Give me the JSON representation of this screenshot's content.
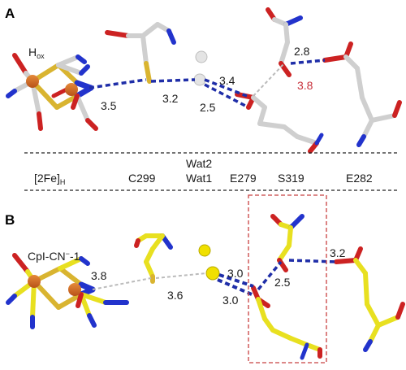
{
  "panels": [
    {
      "letter": "A",
      "complex_label": "H",
      "complex_label_sub": "ox",
      "distances": [
        "3.5",
        "3.2",
        "3.4",
        "2.5",
        "2.8",
        "3.8"
      ]
    },
    {
      "letter": "B",
      "complex_label_pre": "CpI-CN",
      "complex_label_sup": "−",
      "complex_label_post": "-1",
      "distances": [
        "3.8",
        "3.6",
        "3.0",
        "3.0",
        "2.5",
        "3.2"
      ]
    }
  ],
  "residue_row": {
    "fe_main": "[2Fe]",
    "fe_sub": "H",
    "c299": "C299",
    "wat2": "Wat2",
    "wat1": "Wat1",
    "e279": "E279",
    "s319": "S319",
    "e282": "E282"
  },
  "colors": {
    "carbon_A": "#d2d2d2",
    "carbon_B": "#e8e020",
    "iron": "#d2691e",
    "sulfur": "#d9b430",
    "nitrogen": "#2233cc",
    "oxygen": "#cc2222",
    "hbond": "#1f2ea8",
    "weak": "#bbbbbb",
    "box": "#c84040"
  }
}
